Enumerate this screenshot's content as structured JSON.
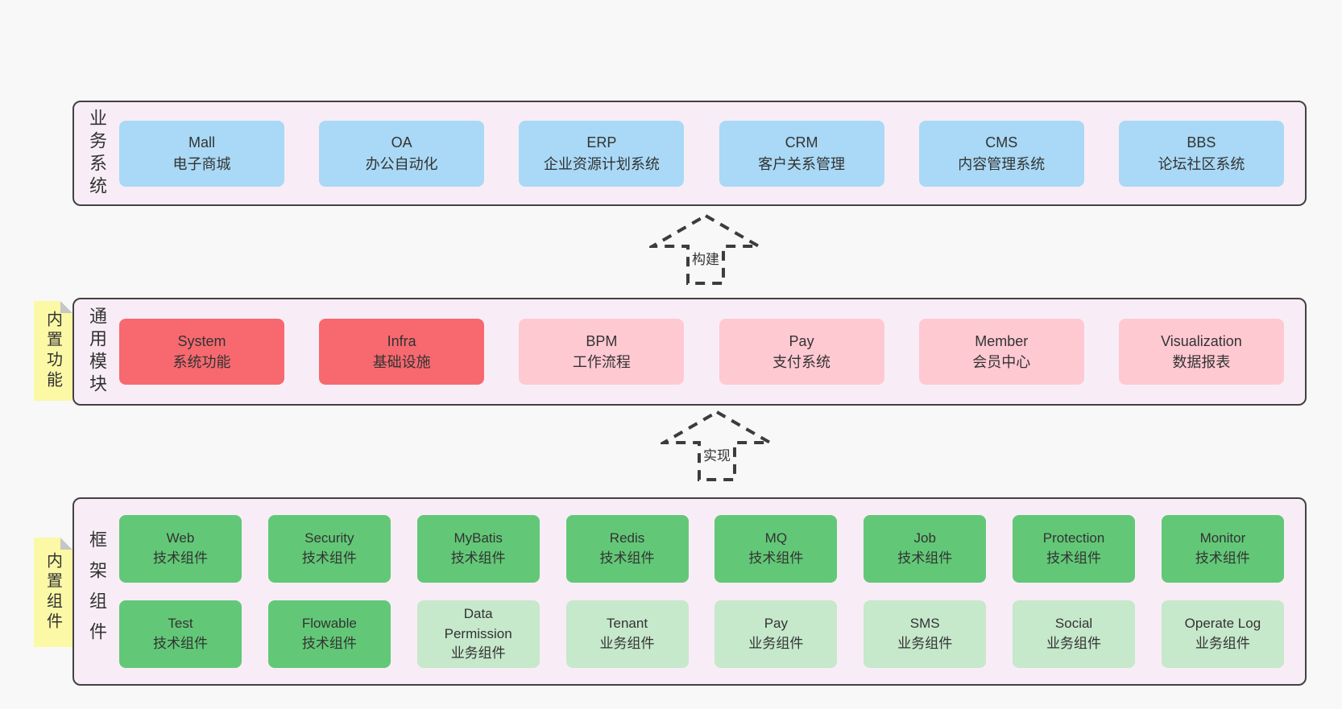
{
  "colors": {
    "page_bg": "#f8f8f8",
    "layer_bg": "#f8edf6",
    "layer_border": "#424242",
    "blue_box": "#a9d9f6",
    "red_box": "#f7696f",
    "pink_box": "#ffc9d2",
    "green_box": "#62c877",
    "light_green_box": "#c6e8cb",
    "note_yellow": "#fbf8a6",
    "note_fold_gray": "#c6c6c6",
    "arrow_stroke": "#3c3c3c",
    "text": "#333333"
  },
  "arrows": {
    "build": "构建",
    "implement": "实现"
  },
  "layers": {
    "business": {
      "label": "业务系统",
      "boxes": [
        {
          "title": "Mall",
          "subtitle": "电子商城"
        },
        {
          "title": "OA",
          "subtitle": "办公自动化"
        },
        {
          "title": "ERP",
          "subtitle": "企业资源计划系统"
        },
        {
          "title": "CRM",
          "subtitle": "客户关系管理"
        },
        {
          "title": "CMS",
          "subtitle": "内容管理系统"
        },
        {
          "title": "BBS",
          "subtitle": "论坛社区系统"
        }
      ]
    },
    "modules": {
      "label": "通用模块",
      "note": "内置功能",
      "boxes": [
        {
          "title": "System",
          "subtitle": "系统功能"
        },
        {
          "title": "Infra",
          "subtitle": "基础设施"
        },
        {
          "title": "BPM",
          "subtitle": "工作流程"
        },
        {
          "title": "Pay",
          "subtitle": "支付系统"
        },
        {
          "title": "Member",
          "subtitle": "会员中心"
        },
        {
          "title": "Visualization",
          "subtitle": "数据报表"
        }
      ]
    },
    "components": {
      "label": "框架组件",
      "note": "内置组件",
      "row1": [
        {
          "title": "Web",
          "subtitle": "技术组件"
        },
        {
          "title": "Security",
          "subtitle": "技术组件"
        },
        {
          "title": "MyBatis",
          "subtitle": "技术组件"
        },
        {
          "title": "Redis",
          "subtitle": "技术组件"
        },
        {
          "title": "MQ",
          "subtitle": "技术组件"
        },
        {
          "title": "Job",
          "subtitle": "技术组件"
        },
        {
          "title": "Protection",
          "subtitle": "技术组件"
        },
        {
          "title": "Monitor",
          "subtitle": "技术组件"
        }
      ],
      "row2": [
        {
          "title": "Test",
          "subtitle": "技术组件"
        },
        {
          "title": "Flowable",
          "subtitle": "技术组件"
        },
        {
          "title": "Data Permission",
          "subtitle": "业务组件"
        },
        {
          "title": "Tenant",
          "subtitle": "业务组件"
        },
        {
          "title": "Pay",
          "subtitle": "业务组件"
        },
        {
          "title": "SMS",
          "subtitle": "业务组件"
        },
        {
          "title": "Social",
          "subtitle": "业务组件"
        },
        {
          "title": "Operate Log",
          "subtitle": "业务组件"
        }
      ]
    }
  }
}
